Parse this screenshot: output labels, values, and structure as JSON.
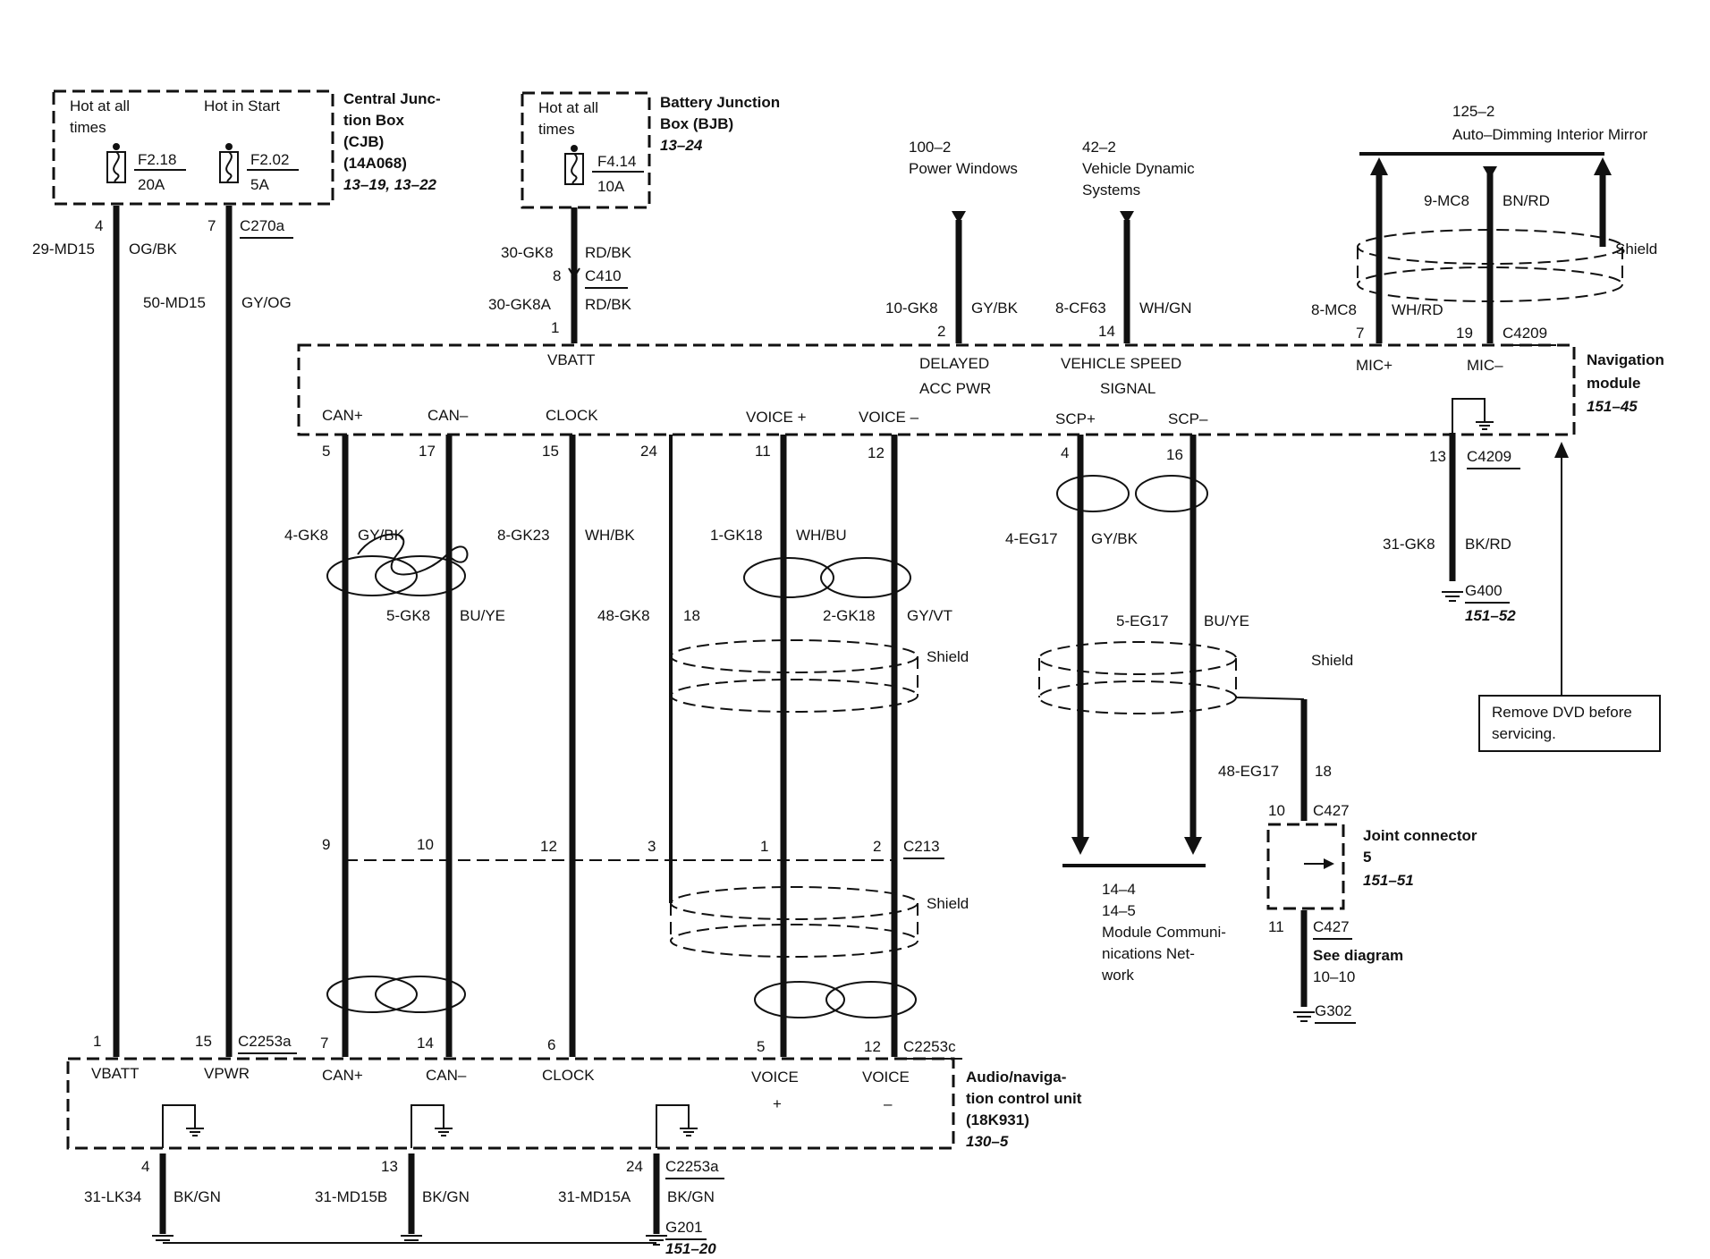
{
  "cjb": {
    "hot_at_all_line1": "Hot at all",
    "hot_at_all_line2": "times",
    "hot_in_start": "Hot in Start",
    "fuse1_id": "F2.18",
    "fuse1_amp": "20A",
    "fuse2_id": "F2.02",
    "fuse2_amp": "5A",
    "title_line1": "Central Junc-",
    "title_line2": "tion Box",
    "title_line3": "(CJB)",
    "title_line4": "(14A068)",
    "ref": "13–19, 13–22"
  },
  "bjb": {
    "hot_at_all_line1": "Hot at all",
    "hot_at_all_line2": "times",
    "fuse_id": "F4.14",
    "fuse_amp": "10A",
    "title_line1": "Battery Junction",
    "title_line2": "Box (BJB)",
    "ref": "13–24"
  },
  "top_labels": {
    "cjb_pin_4": "4",
    "cjb_pin_7": "7",
    "c270a": "C270a",
    "w_29md15": "29-MD15",
    "w_29md15_color": "OG/BK",
    "w_50md15": "50-MD15",
    "w_50md15_color": "GY/OG",
    "w_30gk8": "30-GK8",
    "w_30gk8_color": "RD/BK",
    "c410_pin": "8",
    "c410": "C410",
    "w_30gk8a": "30-GK8A",
    "w_30gk8a_color": "RD/BK",
    "vbatt_pin": "1",
    "pw_ref": "100–2",
    "pw_name": "Power Windows",
    "vds_ref": "42–2",
    "vds_name1": "Vehicle Dynamic",
    "vds_name2": "Systems",
    "w_10gk8": "10-GK8",
    "w_10gk8_color": "GY/BK",
    "pin_2": "2",
    "w_8cf63": "8-CF63",
    "w_8cf63_color": "WH/GN",
    "pin_14": "14",
    "mirror_ref": "125–2",
    "mirror_name": "Auto–Dimming Interior Mirror",
    "w_9mc8": "9-MC8",
    "w_9mc8_color": "BN/RD",
    "shield": "Shield",
    "w_8mc8": "8-MC8",
    "w_8mc8_color": "WH/RD",
    "pin_7": "7",
    "pin_19": "19",
    "c4209": "C4209"
  },
  "nav_module": {
    "vbatt": "VBATT",
    "delayed": "DELAYED",
    "acc_pwr": "ACC PWR",
    "vehicle_speed": "VEHICLE SPEED",
    "signal": "SIGNAL",
    "mic_plus": "MIC+",
    "mic_minus": "MIC–",
    "can_plus": "CAN+",
    "can_minus": "CAN–",
    "clock": "CLOCK",
    "voice_plus": "VOICE +",
    "voice_minus": "VOICE –",
    "scp_plus": "SCP+",
    "scp_minus": "SCP–",
    "title_line1": "Navigation",
    "title_line2": "module",
    "ref": "151–45"
  },
  "mid_labels": {
    "pin_5": "5",
    "pin_17": "17",
    "pin_15": "15",
    "pin_24": "24",
    "pin_11": "11",
    "pin_12": "12",
    "pin_4": "4",
    "pin_16": "16",
    "pin_13": "13",
    "c4209": "C4209",
    "w_4gk8": "4-GK8",
    "w_4gk8_color": "GY/BK",
    "w_5gk8": "5-GK8",
    "w_5gk8_color": "BU/YE",
    "w_8gk23": "8-GK23",
    "w_8gk23_color": "WH/BK",
    "w_48gk8": "48-GK8",
    "w_48gk8_color": "18",
    "w_1gk18": "1-GK18",
    "w_1gk18_color": "WH/BU",
    "w_2gk18": "2-GK18",
    "w_2gk18_color": "GY/VT",
    "shield": "Shield",
    "w_4eg17": "4-EG17",
    "w_4eg17_color": "GY/BK",
    "w_5eg17": "5-EG17",
    "w_5eg17_color": "BU/YE",
    "w_31gk8": "31-GK8",
    "w_31gk8_color": "BK/RD",
    "g400": "G400",
    "g400_ref": "151–52",
    "note_line1": "Remove DVD before",
    "note_line2": "servicing.",
    "w_48eg17": "48-EG17",
    "w_48eg17_color": "18",
    "scp_ref1": "14–4",
    "scp_ref2": "14–5",
    "scp_name1": "Module Communi-",
    "scp_name2": "nications Net-",
    "scp_name3": "work"
  },
  "c213": {
    "pin_9": "9",
    "pin_10": "10",
    "pin_12": "12",
    "pin_3": "3",
    "pin_1": "1",
    "pin_2": "2",
    "label": "C213"
  },
  "joint": {
    "pin_10": "10",
    "c427_top": "C427",
    "title_line1": "Joint connector",
    "title_line2": "5",
    "ref": "151–51",
    "pin_11": "11",
    "c427_bottom": "C427",
    "see_line1": "See diagram",
    "see_line2": "10–10",
    "g302": "G302"
  },
  "bottom_labels": {
    "pin_1": "1",
    "pin_15": "15",
    "c2253a": "C2253a",
    "pin_7": "7",
    "pin_14": "14",
    "pin_6": "6",
    "pin_5": "5",
    "pin_12": "12",
    "c2253c": "C2253c"
  },
  "acu": {
    "vbatt": "VBATT",
    "vpwr": "VPWR",
    "can_plus": "CAN+",
    "can_minus": "CAN–",
    "clock": "CLOCK",
    "voice": "VOICE",
    "voice2": "VOICE",
    "plus": "+",
    "minus": "–",
    "title_line1": "Audio/naviga-",
    "title_line2": "tion control unit",
    "title_line3": "(18K931)",
    "ref": "130–5"
  },
  "grounds": {
    "pin_4": "4",
    "pin_13": "13",
    "pin_24": "24",
    "c2253a": "C2253a",
    "w_31lk34": "31-LK34",
    "w_31lk34_color": "BK/GN",
    "w_31md15b": "31-MD15B",
    "w_31md15b_color": "BK/GN",
    "w_31md15a": "31-MD15A",
    "w_31md15a_color": "BK/GN",
    "g201": "G201",
    "g201_ref": "151–20"
  }
}
